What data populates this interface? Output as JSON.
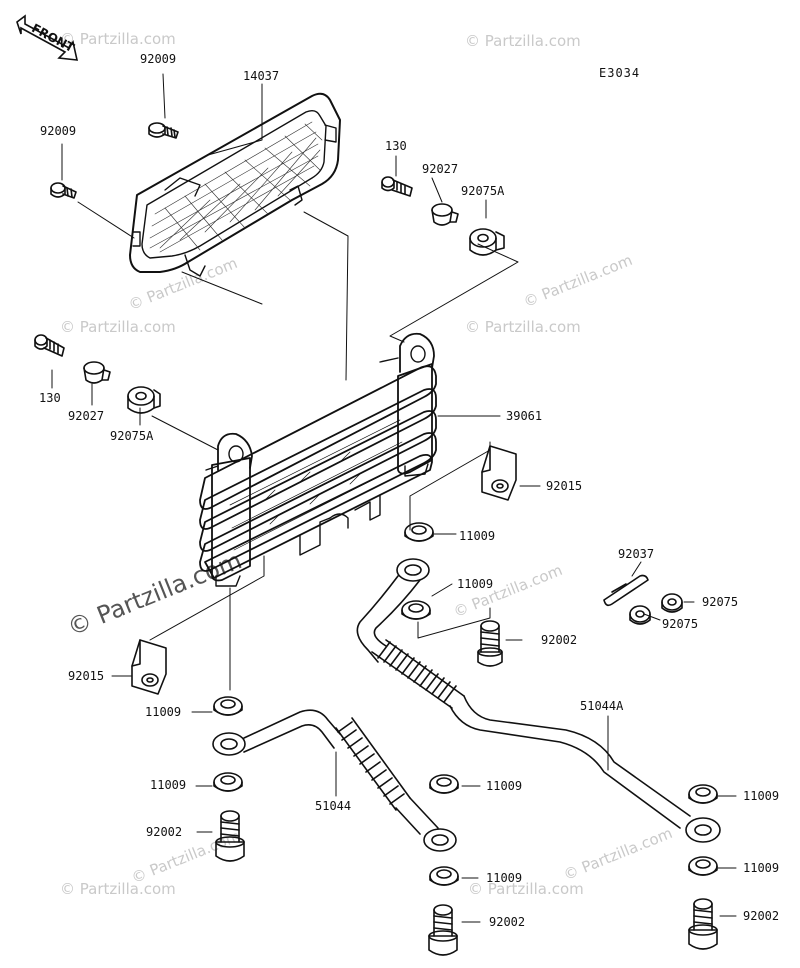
{
  "watermark": "© Partzilla.com",
  "diagram_code": "E3034",
  "front_badge": "FRONT",
  "labels": {
    "l01": "92009",
    "l02": "14037",
    "l03": "92009",
    "l04": "130",
    "l05": "92027",
    "l06": "92075A",
    "l07": "130",
    "l08": "92027",
    "l09": "92075A",
    "l10": "39061",
    "l11": "92015",
    "l12": "11009",
    "l13": "92037",
    "l14": "11009",
    "l15": "92075",
    "l16": "92075",
    "l17": "92002",
    "l18": "92015",
    "l19": "11009",
    "l20": "51044A",
    "l21": "11009",
    "l22": "11009",
    "l23": "51044",
    "l24": "11009",
    "l25": "92002",
    "l26": "11009",
    "l27": "11009",
    "l28": "92002",
    "l29": "92002"
  },
  "colors": {
    "line": "#111111",
    "watermark": "#c9c9c9",
    "background": "#ffffff"
  }
}
